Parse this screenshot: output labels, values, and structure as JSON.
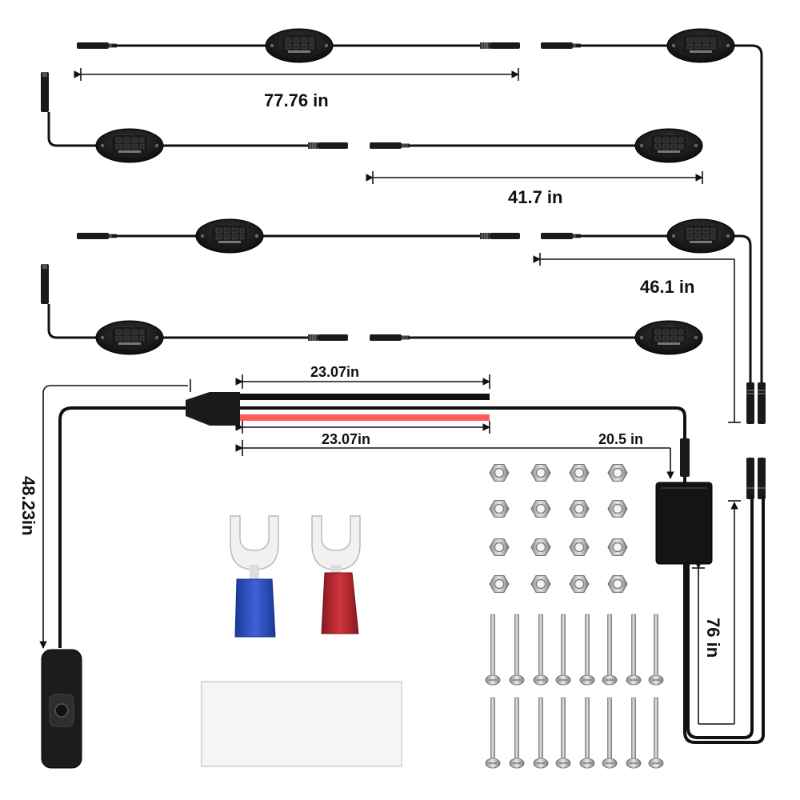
{
  "dimensions": {
    "row1_length": "77.76 in",
    "row2_length": "41.7 in",
    "row3_length": "46.1 in",
    "power_red_black_wire_length": "23.07in",
    "power_red_black_wire_length_b": "23.07in",
    "controller_cable_length": "20.5 in",
    "switch_cable_length": "48.23in",
    "controller_output_length": "76 in"
  },
  "components": {
    "rock_lights": 8,
    "hex_nuts": 16,
    "screws": 16,
    "fork_terminals": [
      "blue",
      "red"
    ],
    "controller_box": 1,
    "inline_switch": 1,
    "adhesive_pad": 1
  },
  "colors": {
    "cable": "#111111",
    "red_wire": "#ff5a5a",
    "terminal_blue": "#2b4fb8",
    "terminal_red": "#b3222b",
    "metal": "#c9c9c9"
  }
}
